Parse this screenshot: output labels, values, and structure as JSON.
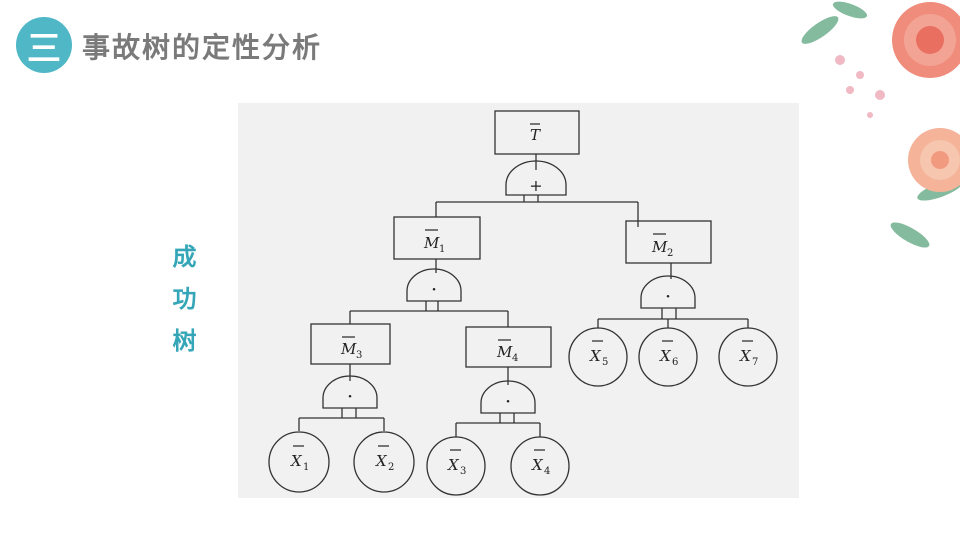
{
  "header": {
    "badge_char": "三",
    "title": "事故树的定性分析"
  },
  "side_label": "成功树",
  "diagram": {
    "top_event": "T",
    "gate_top": "+",
    "gate_and": "·",
    "middle_events": [
      "M",
      "M",
      "M",
      "M"
    ],
    "middle_subs": [
      "1",
      "2",
      "3",
      "4"
    ],
    "basic_events": [
      "X",
      "X",
      "X",
      "X",
      "X",
      "X",
      "X"
    ],
    "basic_subs": [
      "1",
      "2",
      "3",
      "4",
      "5",
      "6",
      "7"
    ]
  },
  "colors": {
    "accent": "#4fb7c6",
    "label": "#35a6b7",
    "title": "#7a7a7a"
  }
}
